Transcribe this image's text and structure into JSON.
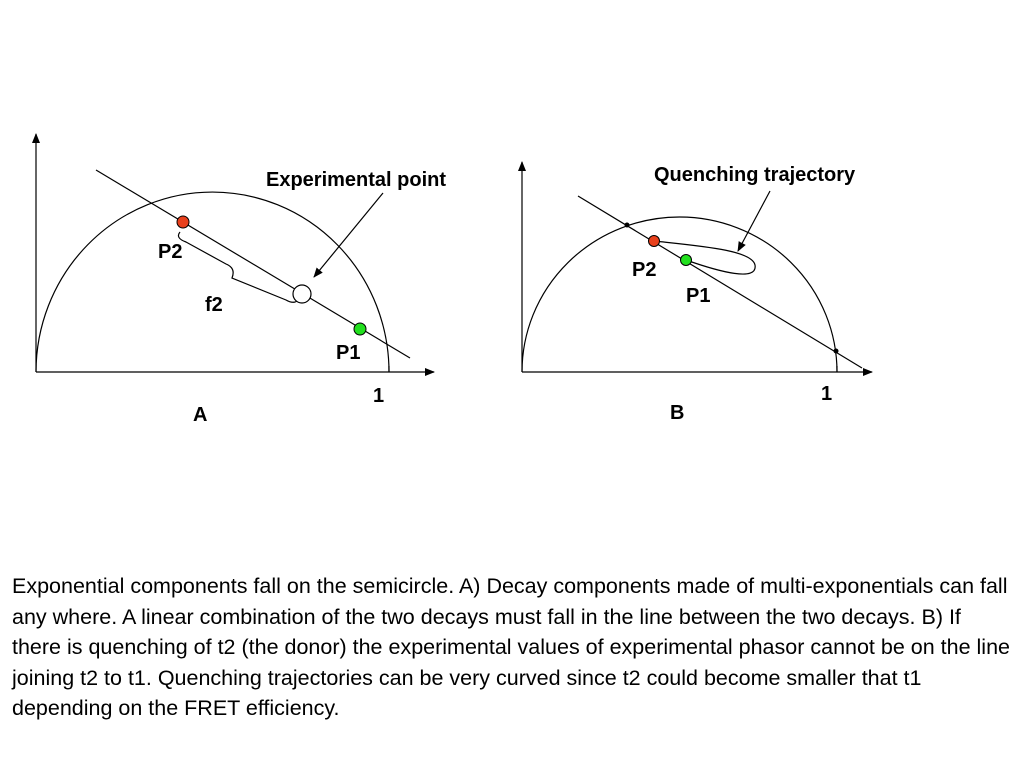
{
  "panel_a": {
    "annotation": "Experimental point",
    "point_p2_label": "P2",
    "point_p1_label": "P1",
    "fraction_label": "f2",
    "axis_tick_label": "1",
    "panel_label": "A"
  },
  "panel_b": {
    "annotation": "Quenching trajectory",
    "point_p2_label": "P2",
    "point_p1_label": "P1",
    "axis_tick_label": "1",
    "panel_label": "B"
  },
  "colors": {
    "p2_point": "#e8401c",
    "p1_point": "#22e01e",
    "line": "#000000"
  },
  "caption": "Exponential components fall on the semicircle. A) Decay components made of multi-exponentials can fall any where. A linear combination of the two decays must fall in the line between the two decays. B) If there is quenching of t2 (the donor) the experimental values of experimental phasor cannot be on the line joining t2 to t1. Quenching trajectories can be very curved since t2 could become smaller that t1 depending on the FRET efficiency."
}
